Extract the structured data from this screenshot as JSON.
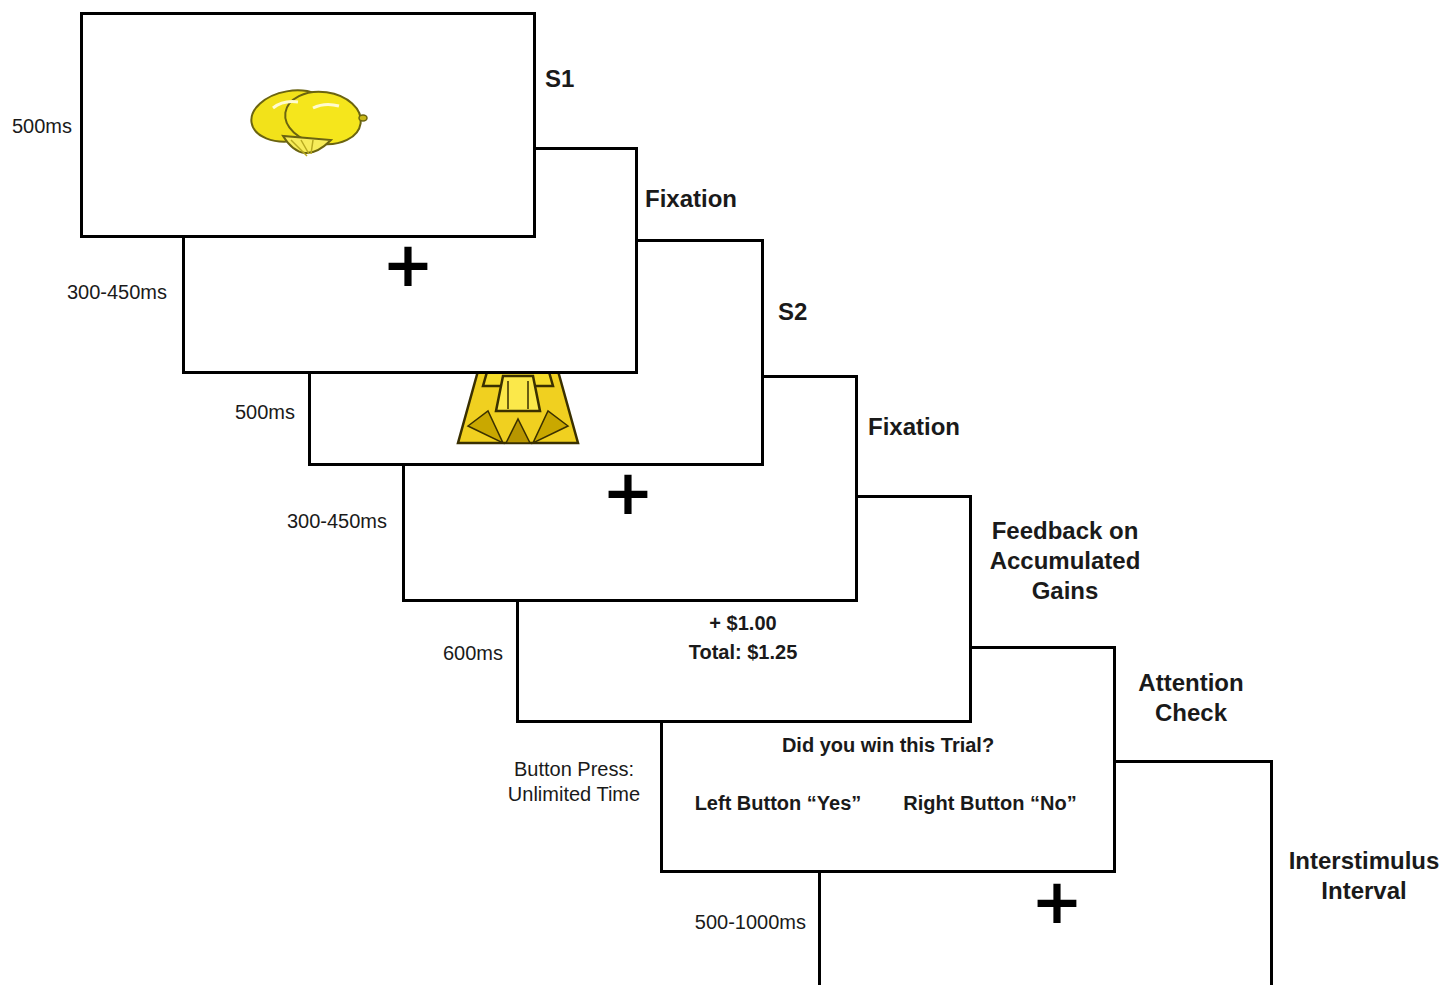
{
  "diagram": {
    "nodes": [
      {
        "text": [
          "S1",
          "500ms"
        ]
      },
      {
        "text": [
          "Fixation",
          "300-450ms",
          "+"
        ]
      },
      {
        "text": [
          "S2",
          "500ms"
        ]
      },
      {
        "text": [
          "Fixation",
          "300-450ms",
          "+"
        ]
      },
      {
        "text": [
          "Feedback on Accumulated Gains",
          "600ms",
          "+ $1.00",
          "Total: $1.25"
        ]
      },
      {
        "text": [
          "Attention Check",
          "Button Press: Unlimited Time",
          "Did you win this Trial?",
          "Left Button “Yes”",
          "Right Button “No”"
        ]
      },
      {
        "text": [
          "Interstimulus Interval",
          "500-1000ms",
          "+"
        ]
      }
    ]
  }
}
